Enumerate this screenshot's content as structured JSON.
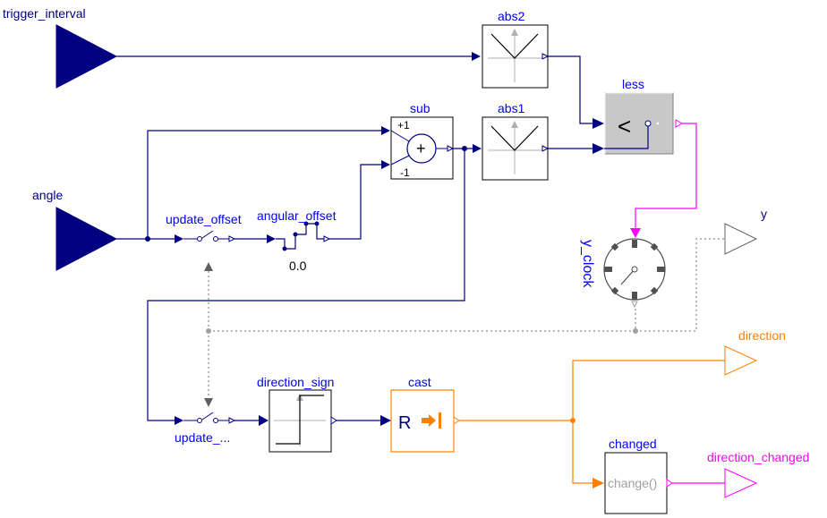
{
  "labels": {
    "trigger_interval": "trigger_interval",
    "abs2": "abs2",
    "abs1": "abs1",
    "sub": "sub",
    "less": "less",
    "angle": "angle",
    "update_offset": "update_offset",
    "angular_offset": "angular_offset",
    "offset_value": "0.0",
    "y_clock": "y_clock",
    "y": "y",
    "direction": "direction",
    "direction_sign": "direction_sign",
    "cast": "cast",
    "update_truncated": "update_...",
    "changed": "changed",
    "direction_changed": "direction_changed"
  },
  "block_text": {
    "plus_one": "+1",
    "minus_one": "-1",
    "plus": "+",
    "less_sym": "<",
    "cast_r": "R",
    "change_fn": "change()"
  },
  "colors": {
    "real_signal": "#000080",
    "integer_signal": "#ff8000",
    "boolean_signal": "#ff00ff",
    "clock_signal": "#a0a0a0",
    "label": "#0000ff"
  }
}
